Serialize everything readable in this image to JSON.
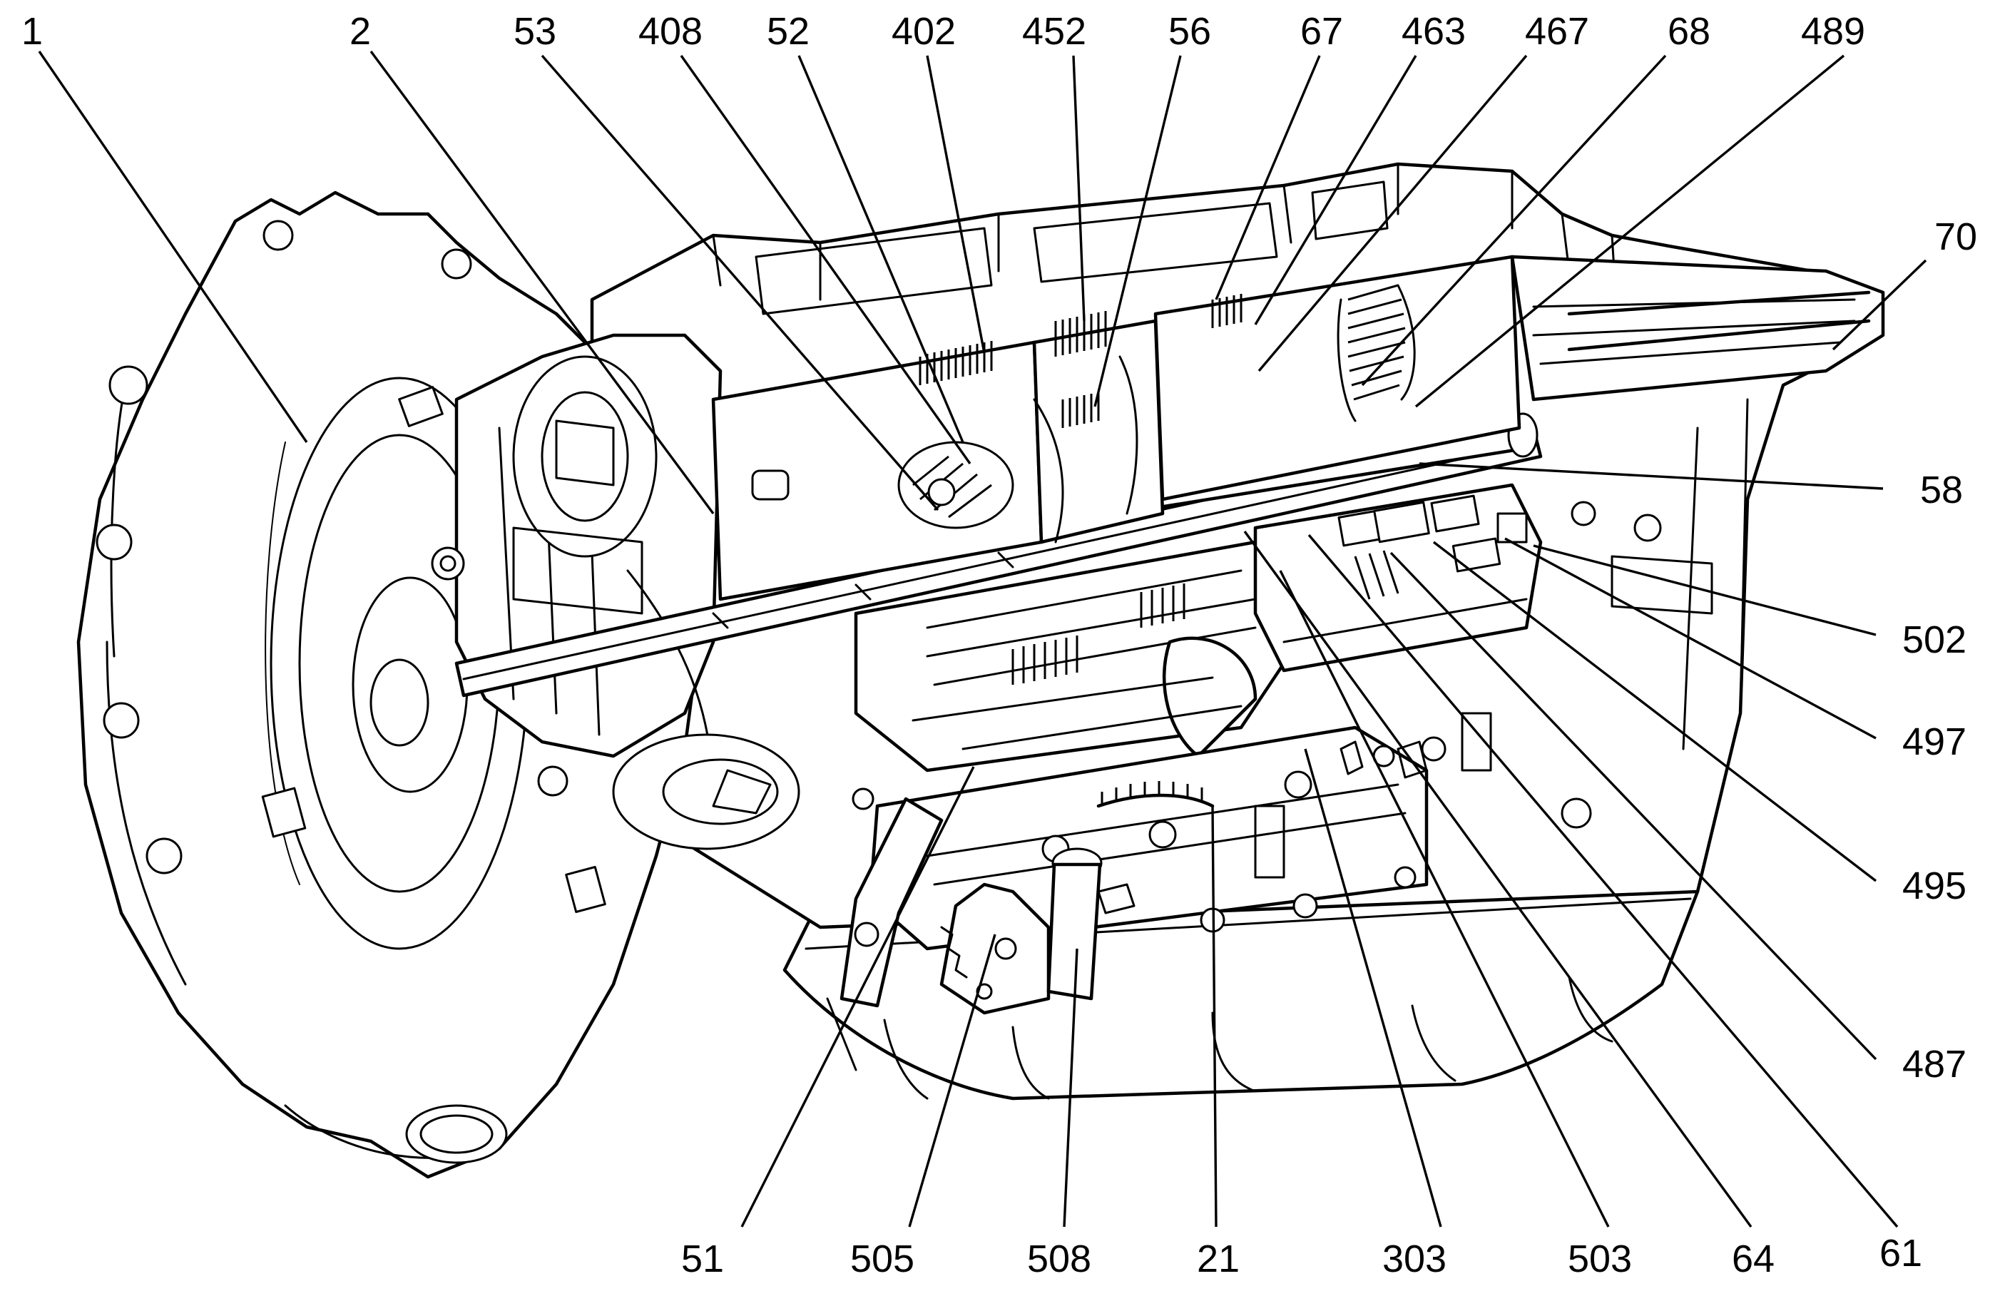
{
  "diagram": {
    "labels": {
      "l1": "1",
      "l2": "2",
      "l53": "53",
      "l408": "408",
      "l52": "52",
      "l402": "402",
      "l452": "452",
      "l56": "56",
      "l67": "67",
      "l463": "463",
      "l467": "467",
      "l68": "68",
      "l489": "489",
      "l70": "70",
      "l58": "58",
      "l502": "502",
      "l497": "497",
      "l495": "495",
      "l487": "487",
      "l61": "61",
      "l64": "64",
      "l503": "503",
      "l303": "303",
      "l21": "21",
      "l508": "508",
      "l505": "505",
      "l51": "51"
    }
  }
}
